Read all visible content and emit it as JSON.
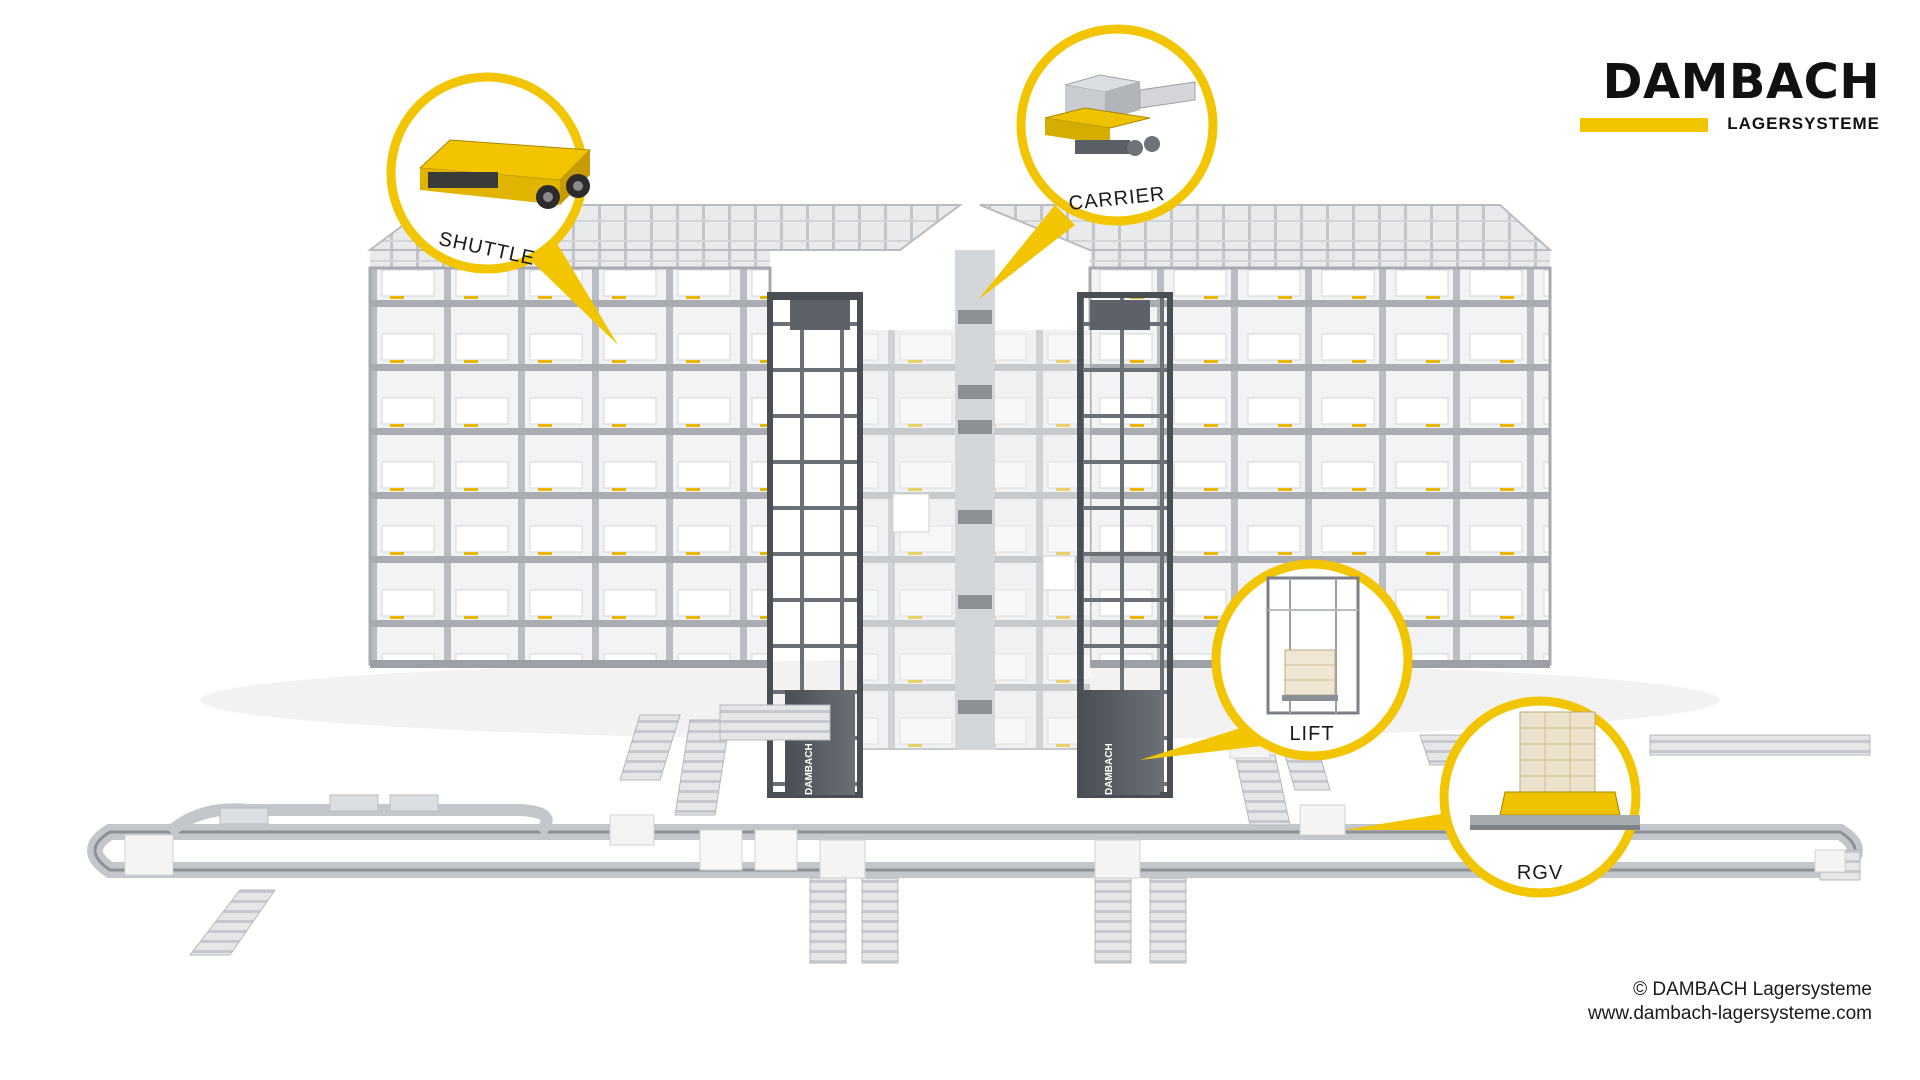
{
  "brand": {
    "name": "DAMBACH",
    "subtitle": "LAGERSYSTEME",
    "accent_color": "#f2c500",
    "dark_color": "#111111"
  },
  "callouts": [
    {
      "id": "shuttle",
      "label": "SHUTTLE"
    },
    {
      "id": "carrier",
      "label": "CARRIER"
    },
    {
      "id": "lift",
      "label": "LIFT"
    },
    {
      "id": "rgv",
      "label": "RGV"
    }
  ],
  "tower_marking": "DAMBACH",
  "footer": {
    "copyright": "© DAMBACH Lagersysteme",
    "website": "www.dambach-lagersysteme.com"
  },
  "colors": {
    "rack_steel": "#c9ccd0",
    "rack_shade": "#9ea2a7",
    "lift_tower": "#555a60",
    "conveyor": "#b8bcc1",
    "pallet_white": "#f4f4f4"
  }
}
